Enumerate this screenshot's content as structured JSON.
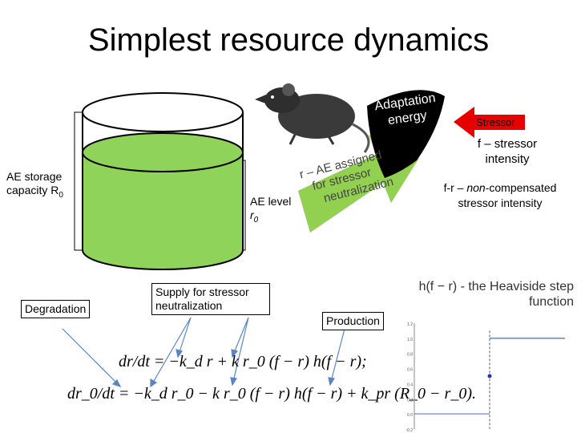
{
  "title": "Simplest resource dynamics",
  "labels": {
    "ae_storage_line1": "AE storage",
    "ae_storage_line2": "capacity R",
    "ae_storage_sub": "0",
    "ae_level": "AE level",
    "ae_level_r": "r",
    "ae_level_sub": "0",
    "degradation": "Degradation",
    "supply_line1": "Supply for stressor",
    "supply_line2": "neutralization",
    "production": "Production",
    "shield_line1": "Adaptation",
    "shield_line2": "energy",
    "stressor": "Stressor",
    "f_line1": "f – stressor",
    "f_line2": "intensity",
    "fr_line1_a": "f-r – ",
    "fr_line1_b": "non",
    "fr_line1_c": "-compensated",
    "fr_line2": "stressor intensity",
    "arrow_line1": "r – AE assigned",
    "arrow_line2": "for stressor",
    "arrow_line3": "neutralization",
    "heaviside": "h(f − r) - the Heaviside step function"
  },
  "equations": {
    "eq1": "dr/dt = −k_d r + k r_0 (f − r) h(f − r);",
    "eq2": "dr_0/dt = −k_d r_0 − k r_0 (f − r) h(f − r) + k_pr (R_0 − r_0)."
  },
  "colors": {
    "liquid": "#8fd35a",
    "shield": "#000000",
    "stressor_arrow": "#e60000",
    "green_arrow": "#92d050"
  },
  "icons": {
    "rat": "rat-image",
    "shield": "shield-shape"
  },
  "chart_data": {
    "type": "line",
    "title": "h(f − r) - the Heaviside step function",
    "series": [
      {
        "name": "",
        "x": [
          0,
          0
        ],
        "y": [
          0,
          1
        ]
      }
    ],
    "tick_labels_y": [
      "1.2",
      "1.0",
      "0.8",
      "0.6",
      "0.4",
      "0.2",
      "0.0",
      "-0.2"
    ],
    "ylim": [
      -0.2,
      1.2
    ],
    "marker_point": [
      0,
      0.5
    ],
    "step_x": 0,
    "grid": false
  }
}
